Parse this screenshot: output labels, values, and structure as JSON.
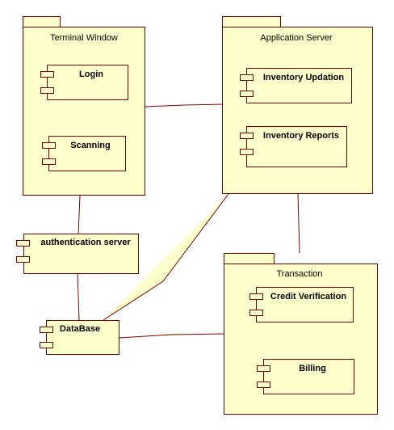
{
  "diagram": {
    "fill_color": "#ffffcc",
    "stroke_color": "#800000",
    "packages": {
      "terminal_window": {
        "title": "Terminal Window",
        "components": {
          "login": "Login",
          "scanning": "Scanning"
        }
      },
      "application_server": {
        "title": "Application Server",
        "components": {
          "inventory_updation": "Inventory Updation",
          "inventory_reports": "Inventory Reports"
        }
      },
      "transaction": {
        "title": "Transaction",
        "components": {
          "credit_verification": "Credit Verification",
          "billing": "Billing"
        }
      }
    },
    "components": {
      "authentication_server": "authentication server",
      "database": "DataBase"
    }
  }
}
